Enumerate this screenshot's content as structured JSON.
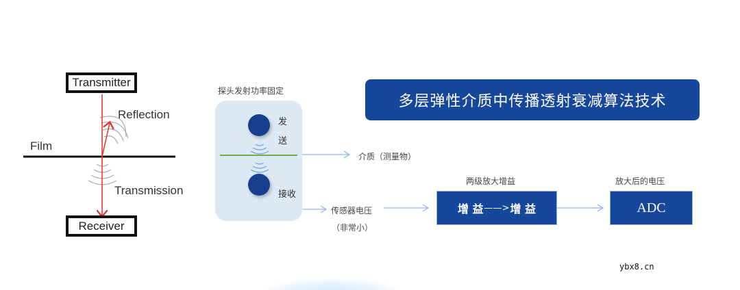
{
  "left_diagram": {
    "transmitter_label": "Transmitter",
    "receiver_label": "Receiver",
    "film_label": "Film",
    "reflection_label": "Reflection",
    "transmission_label": "Transmission",
    "arrow_color": "#e53935"
  },
  "probe": {
    "caption": "探头发射功率固定",
    "send_label_1": "发",
    "send_label_2": "送",
    "receive_label": "接收",
    "medium_line_color": "#6ab04c",
    "panel_color": "#dde8f5",
    "dot_color": "#16408e"
  },
  "labels": {
    "medium": "介质（测量物）",
    "sensor_voltage": "传感器电压",
    "sensor_voltage_note": "（非常小）",
    "two_stage_gain": "两级放大增益",
    "amplified_voltage": "放大后的电压"
  },
  "title_banner": {
    "text": "多层弹性介质中传播透射衰减算法技术",
    "color": "#17479b"
  },
  "gain_box": {
    "gain_1": "增 益",
    "arrow": "——>",
    "gain_2": "增 益"
  },
  "adc_box": {
    "label": "ADC"
  },
  "watermark": "ybx8.cn",
  "colors": {
    "accent_blue": "#17479b",
    "connector_blue": "#8fb8e6"
  }
}
